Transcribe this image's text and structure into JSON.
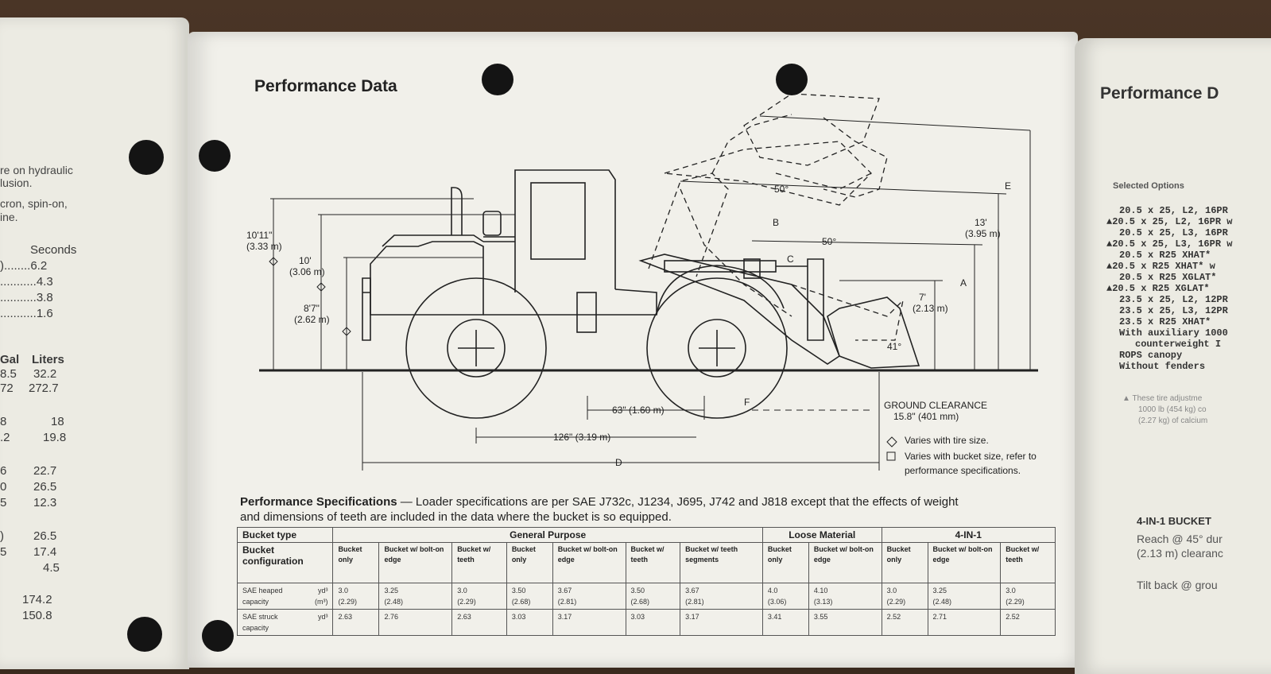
{
  "left_page": {
    "lines_top": [
      "re on hydraulic",
      "lusion.",
      "cron, spin-on,",
      "ine."
    ],
    "seconds_header": "Seconds",
    "seconds_rows": [
      ")........6.2",
      "...........4.3",
      "...........3.8",
      "...........1.6"
    ],
    "capacity_headers": [
      "Gal",
      "Liters"
    ],
    "capacity_rows": [
      [
        "8.5",
        "32.2"
      ],
      [
        "72",
        "272.7"
      ],
      [
        "8",
        "18"
      ],
      [
        ".2",
        "19.8"
      ],
      [
        "6",
        "22.7"
      ],
      [
        "0",
        "26.5"
      ],
      [
        "5",
        "12.3"
      ],
      [
        ")",
        "26.5"
      ],
      [
        "5",
        "17.4"
      ],
      [
        "",
        "4.5"
      ],
      [
        "",
        "174.2"
      ],
      [
        "",
        "150.8"
      ]
    ]
  },
  "main_page": {
    "title": "Performance Data",
    "diagram": {
      "labels": {
        "height_overall": "10'11\"",
        "height_overall_m": "(3.33 m)",
        "height_cab": "10'",
        "height_cab_m": "(3.06 m)",
        "height_hood": "8'7\"",
        "height_hood_m": "(2.62 m)",
        "angle_top": "50°",
        "angle_mid": "50°",
        "label_b": "B",
        "label_c": "C",
        "label_a": "A",
        "label_e": "E",
        "height_13": "13'",
        "height_13_m": "(3.95 m)",
        "height_7": "7'",
        "height_7_m": "(2.13 m)",
        "angle_41": "41°",
        "label_f": "F",
        "ground_clearance": "GROUND CLEARANCE",
        "ground_clearance_val": "15.8\" (401 mm)",
        "dim_63": "63\" (1.60 m)",
        "dim_126": "126\" (3.19 m)",
        "label_d": "D",
        "legend_tire": "Varies with tire size.",
        "legend_bucket": "Varies with bucket size, refer to",
        "legend_bucket2": "performance specifications."
      }
    },
    "perf_heading": "Performance Specifications",
    "perf_heading_rest": " — Loader specifications are per SAE J732c, J1234, J695, J742 and J818 except that the effects of weight",
    "perf_sub": "and dimensions of teeth are included in the data where the bucket is so equipped.",
    "table": {
      "row_bucket_type": "Bucket type",
      "row_bucket_config": "Bucket configuration",
      "groups": [
        "General Purpose",
        "Loose Material",
        "4-IN-1"
      ],
      "configs": [
        "Bucket only",
        "Bucket w/ bolt-on edge",
        "Bucket w/ teeth",
        "Bucket only",
        "Bucket w/ bolt-on edge",
        "Bucket w/ teeth",
        "Bucket w/ teeth segments",
        "Bucket only",
        "Bucket w/ bolt-on edge",
        "Bucket only",
        "Bucket w/ bolt-on edge",
        "Bucket w/ teeth"
      ],
      "heaped": {
        "label": "SAE heaped capacity",
        "unit1": "yd³",
        "unit2": "(m³)",
        "yd": [
          "3.0",
          "3.25",
          "3.0",
          "3.50",
          "3.67",
          "3.50",
          "3.67",
          "4.0",
          "4.10",
          "3.0",
          "3.25",
          "3.0"
        ],
        "m": [
          "(2.29)",
          "(2.48)",
          "(2.29)",
          "(2.68)",
          "(2.81)",
          "(2.68)",
          "(2.81)",
          "(3.06)",
          "(3.13)",
          "(2.29)",
          "(2.48)",
          "(2.29)"
        ]
      },
      "struck": {
        "label": "SAE struck capacity",
        "unit1": "yd³",
        "yd": [
          "2.63",
          "2.76",
          "2.63",
          "3.03",
          "3.17",
          "3.03",
          "3.17",
          "3.41",
          "3.55",
          "2.52",
          "2.71",
          "2.52"
        ]
      }
    }
  },
  "right_page": {
    "title": "Performance D",
    "box_head": "Selected Options",
    "lines": [
      "20.5 x 25, L2, 16PR",
      "▲20.5 x 25, L2, 16PR w",
      "20.5 x 25, L3, 16PR",
      "▲20.5 x 25, L3, 16PR w",
      "20.5 x R25 XHAT*",
      "▲20.5 x R25 XHAT* w",
      "20.5 x R25 XGLAT*",
      "▲20.5 x R25 XGLAT*",
      "23.5 x 25, L2, 12PR",
      "23.5 x 25, L3, 12PR",
      "23.5 x R25 XHAT*",
      "With auxiliary 1000",
      "counterweight I",
      "ROPS canopy",
      "Without fenders"
    ],
    "notes": [
      "▲ These tire adjustme",
      "1000 lb (454 kg) co",
      "(2.27 kg) of calcium"
    ],
    "section_title": "4-IN-1 BUCKET",
    "lower_lines": [
      "Reach @ 45° dur",
      "(2.13 m) clearanc",
      "Tilt back @ grou"
    ]
  }
}
